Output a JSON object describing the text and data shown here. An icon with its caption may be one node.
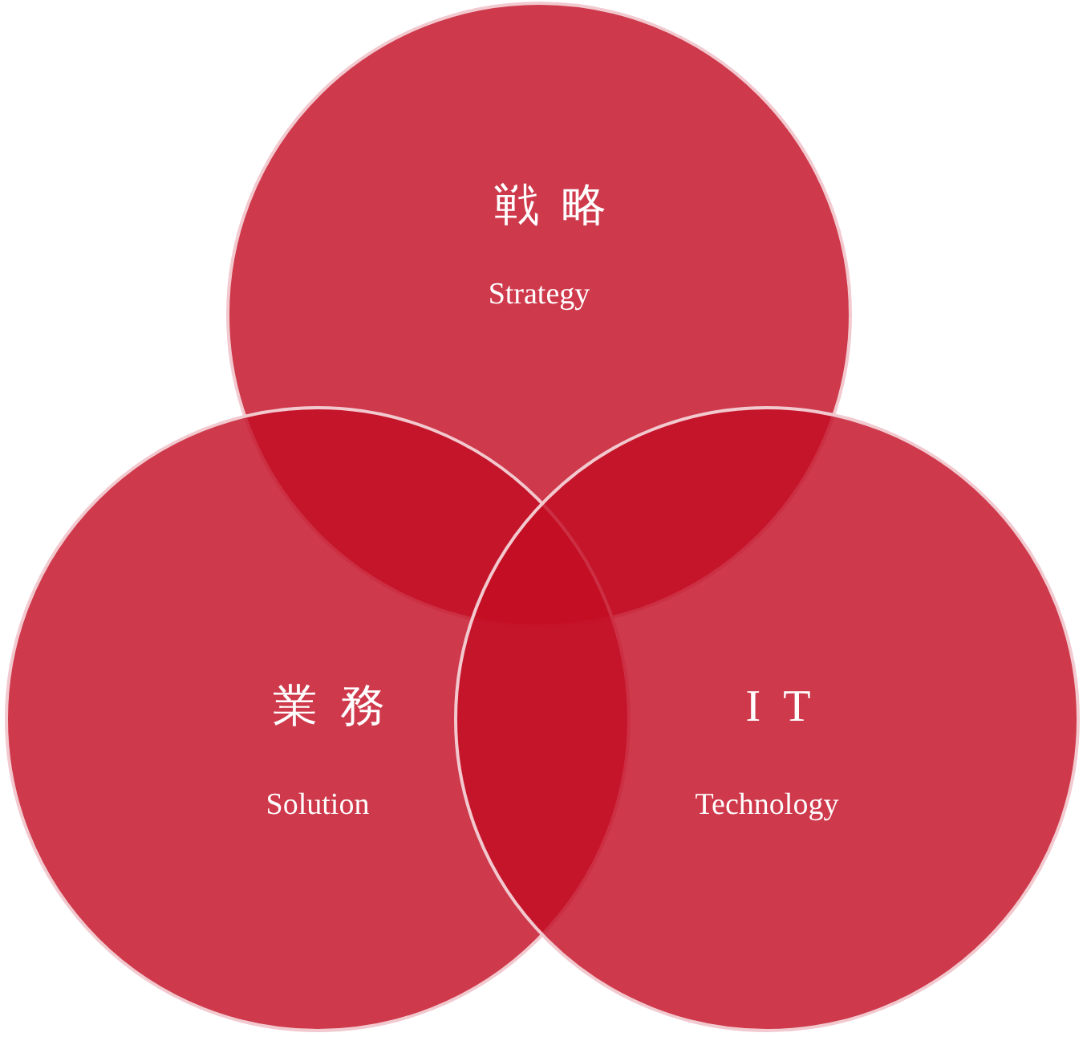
{
  "diagram": {
    "nodes": [
      {
        "text": [
          "戦略",
          "Strategy"
        ]
      },
      {
        "text": [
          "業務",
          "Solution"
        ]
      },
      {
        "text": [
          "IT",
          "Technology"
        ]
      }
    ]
  }
}
